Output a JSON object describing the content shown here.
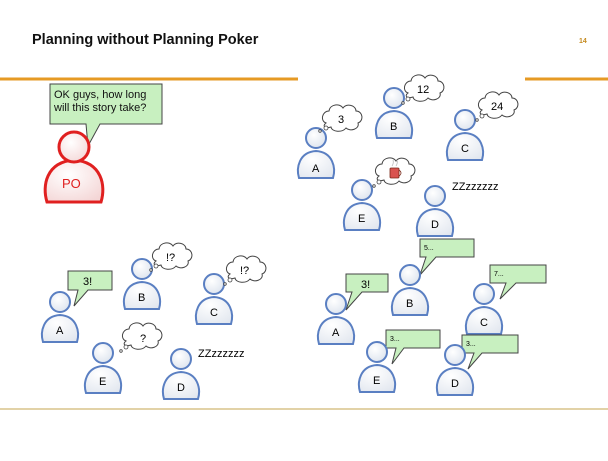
{
  "slide": {
    "title": "Planning without Planning Poker",
    "page_number": "14",
    "accent_color": "#e69a24",
    "divider_color": "#d9c48a"
  },
  "po": {
    "label": "PO",
    "question_line1": "OK guys, how long",
    "question_line2": "will this story take?"
  },
  "people": {
    "a": "A",
    "b": "B",
    "c": "C",
    "d": "D",
    "e": "E"
  },
  "scene_thinking": {
    "a_thought": "3",
    "b_thought": "12",
    "c_thought": "24",
    "d_snore": "ZZzzzzzz"
  },
  "scene_confused": {
    "a_says": "3!",
    "b_thought": "!?",
    "c_thought": "!?",
    "e_thought": "?",
    "d_snore": "ZZzzzzzz"
  },
  "scene_anchored": {
    "a_says": "3!",
    "b_says": "5...",
    "c_says": "7...",
    "e_says": "3...",
    "d_says": "3..."
  },
  "colors": {
    "person_outline": "#5a7fc2",
    "po_outline": "#e02020",
    "speech_fill": "#c8f0c0",
    "thought_fill": "#ffffff"
  }
}
